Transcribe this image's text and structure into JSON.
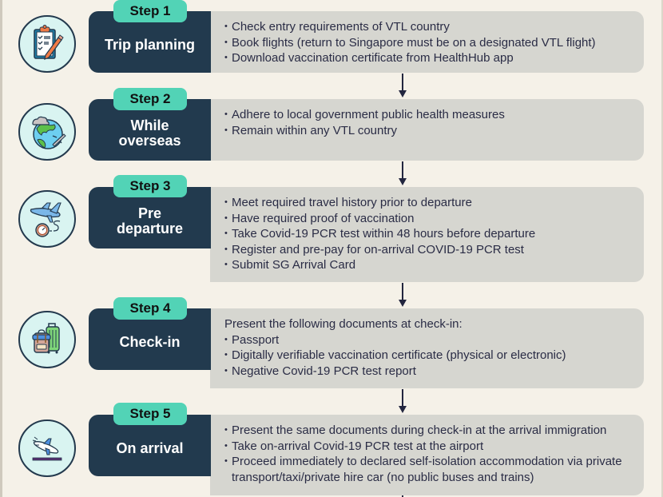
{
  "steps": [
    {
      "tab": "Step 1",
      "title": "Trip planning",
      "icon": "clipboard-checklist-icon",
      "intro": null,
      "bullets": [
        "Check entry requirements of VTL country",
        "Book flights (return to Singapore must be on a designated VTL flight)",
        "Download vaccination certificate from HealthHub app"
      ]
    },
    {
      "tab": "Step 2",
      "title": "While overseas",
      "icon": "globe-airplane-icon",
      "intro": null,
      "bullets": [
        "Adhere to local government public health measures",
        "Remain within any VTL country"
      ]
    },
    {
      "tab": "Step 3",
      "title": "Pre departure",
      "icon": "airplane-clock-icon",
      "intro": null,
      "bullets": [
        "Meet required travel history prior to departure",
        "Have required proof of vaccination",
        "Take Covid-19 PCR test within 48 hours before departure",
        "Register and pre-pay for on-arrival COVID-19 PCR test",
        "Submit SG Arrival Card"
      ]
    },
    {
      "tab": "Step 4",
      "title": "Check-in",
      "icon": "luggage-icon",
      "intro": "Present the following documents at check-in:",
      "bullets": [
        "Passport",
        "Digitally verifiable vaccination certificate (physical or electronic)",
        "Negative Covid-19 PCR test report"
      ]
    },
    {
      "tab": "Step 5",
      "title": "On arrival",
      "icon": "airplane-landing-icon",
      "intro": null,
      "bullets": [
        "Present the same documents during check-in at the arrival immigration",
        "Take on-arrival Covid-19 PCR test at the airport",
        "Proceed immediately to declared self-isolation accommodation via private transport/taxi/private hire car (no public buses and trains)"
      ]
    }
  ],
  "colors": {
    "background": "#f5f1e8",
    "label_box": "#223a4e",
    "step_tab": "#52d3b6",
    "content_box": "#d6d6d0",
    "icon_circle": "#d9f4f1",
    "text": "#2a2c45"
  }
}
